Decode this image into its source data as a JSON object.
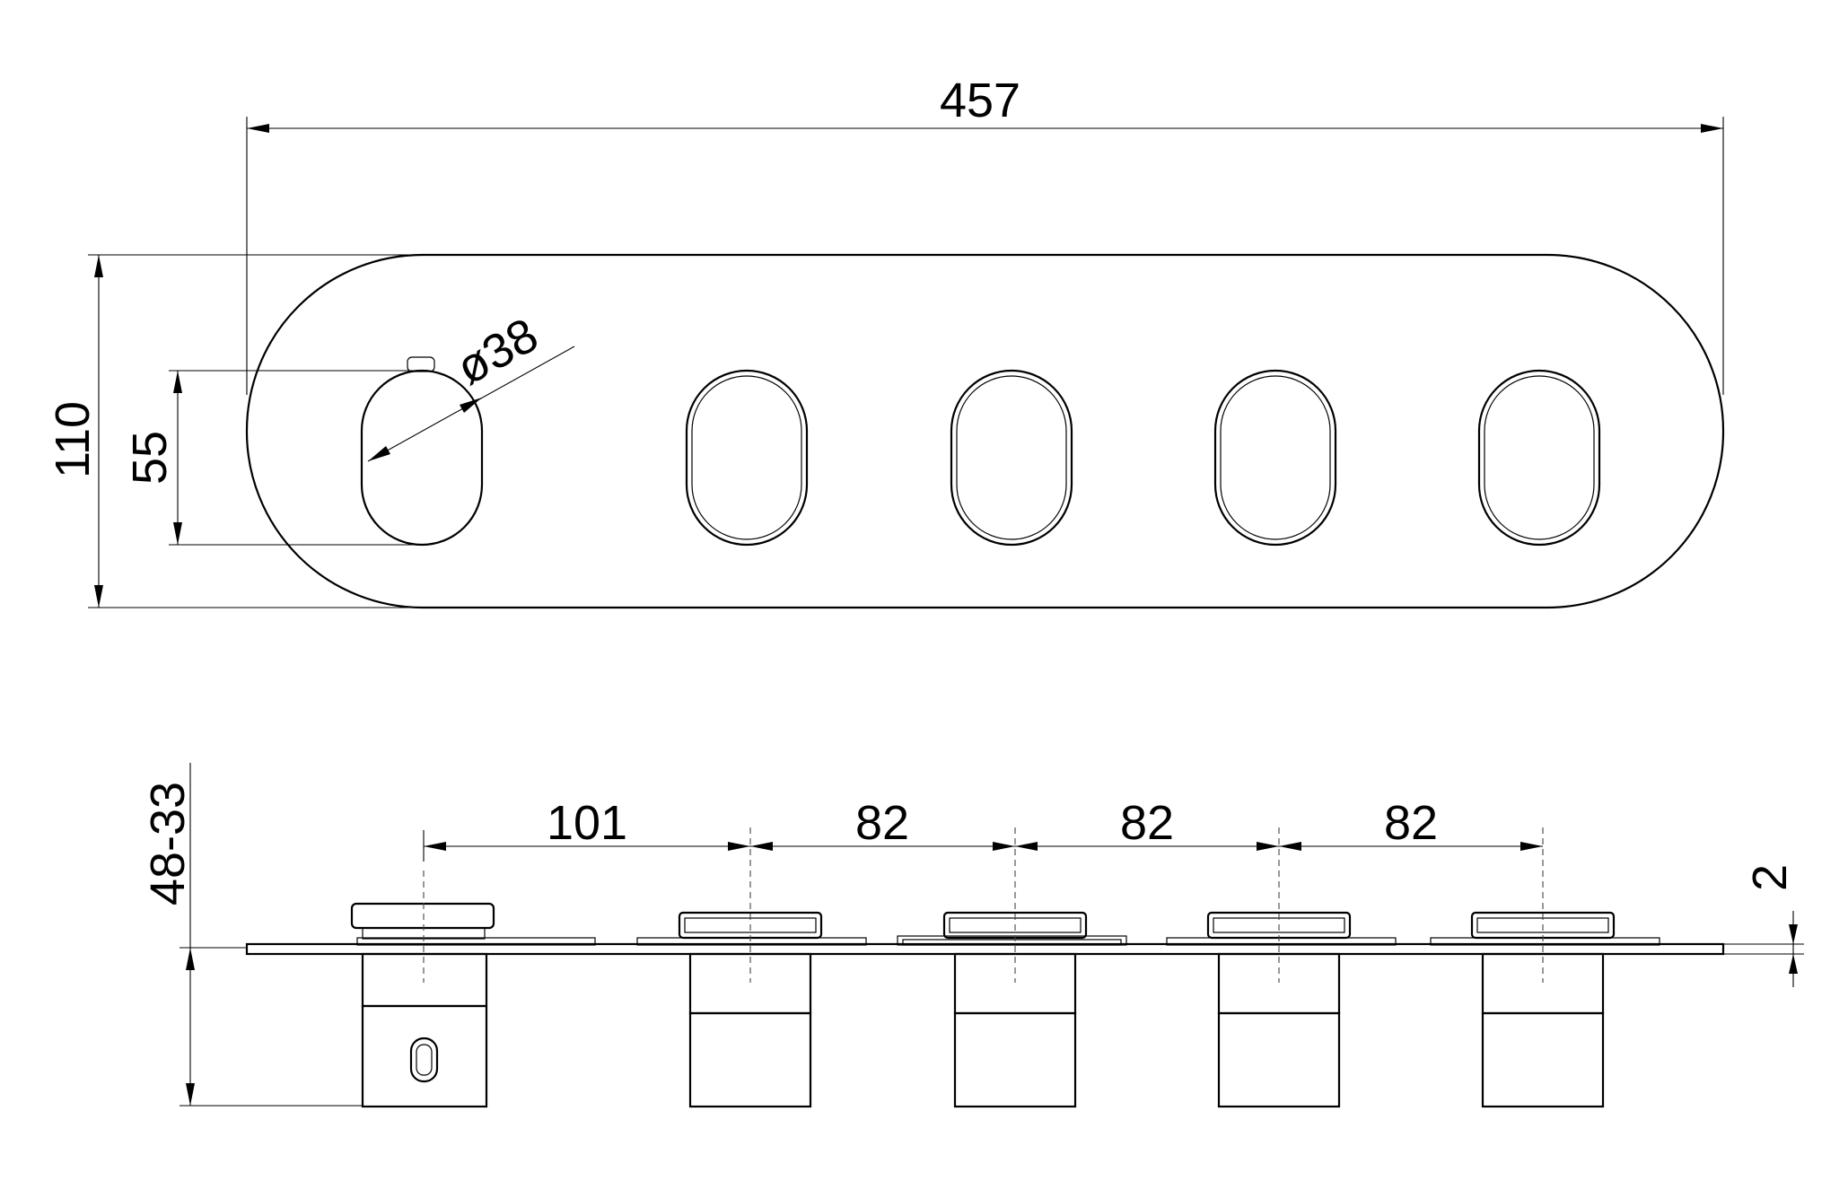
{
  "top_view": {
    "overall_length": "457",
    "overall_height": "110",
    "handle_height": "55",
    "handle_diameter": "ø38",
    "handle_count": 5
  },
  "side_view": {
    "depth_range": "48-33",
    "spacing_first": "101",
    "spacing_2": "82",
    "spacing_3": "82",
    "spacing_4": "82",
    "plate_thickness": "2",
    "body_count": 5
  },
  "colors": {
    "line": "#000000",
    "background": "#ffffff"
  }
}
